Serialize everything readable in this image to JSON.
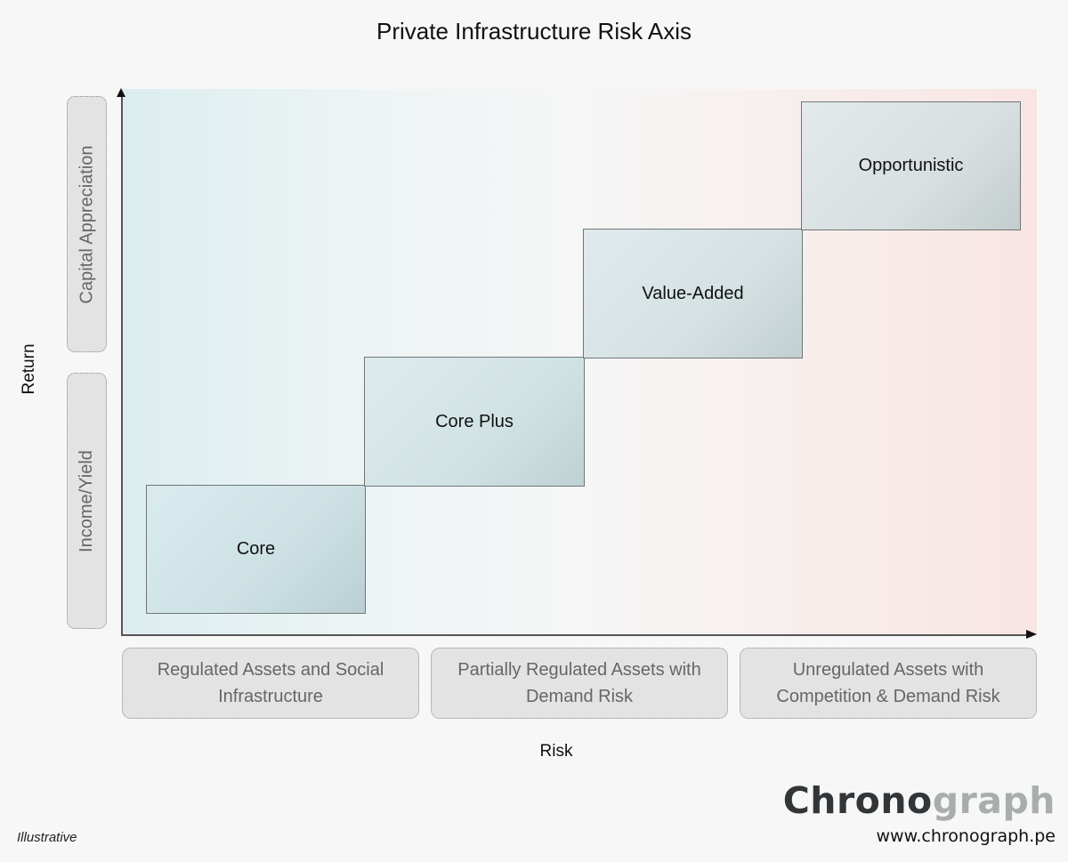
{
  "title": "Private Infrastructure Risk Axis",
  "axes": {
    "x_label": "Risk",
    "y_label": "Return"
  },
  "y_categories": [
    {
      "label": "Capital Appreciation"
    },
    {
      "label": "Income/Yield"
    }
  ],
  "x_categories": [
    {
      "label": "Regulated Assets and Social Infrastructure"
    },
    {
      "label": "Partially Regulated Assets with Demand Risk"
    },
    {
      "label": "Unregulated Assets with Competition & Demand Risk"
    }
  ],
  "strategies": [
    {
      "label": "Core",
      "step": 1
    },
    {
      "label": "Core Plus",
      "step": 2
    },
    {
      "label": "Value-Added",
      "step": 3
    },
    {
      "label": "Opportunistic",
      "step": 4
    }
  ],
  "footer": {
    "note": "Illustrative",
    "brand_dark": "Chrono",
    "brand_light": "graph",
    "url": "www.chronograph.pe"
  },
  "colors": {
    "low_risk_tint": "#dcedef",
    "high_risk_tint": "#f9e5e3",
    "brand_dark": "#333638",
    "brand_light": "#a8adae"
  }
}
